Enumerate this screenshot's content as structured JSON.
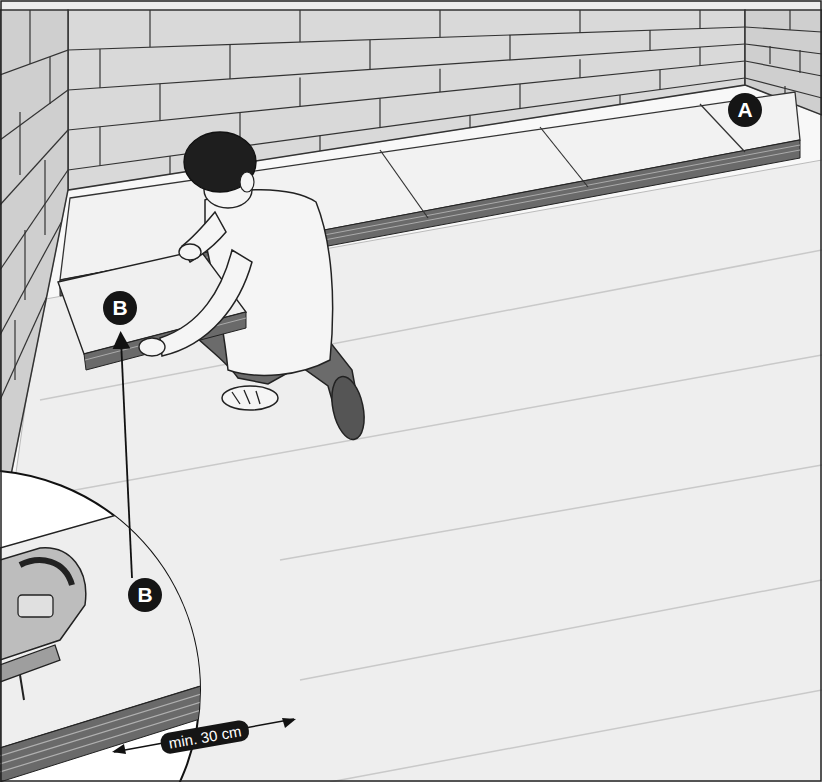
{
  "diagram": {
    "labels": [
      "A",
      "B",
      "B",
      "min. 30 cm"
    ]
  }
}
